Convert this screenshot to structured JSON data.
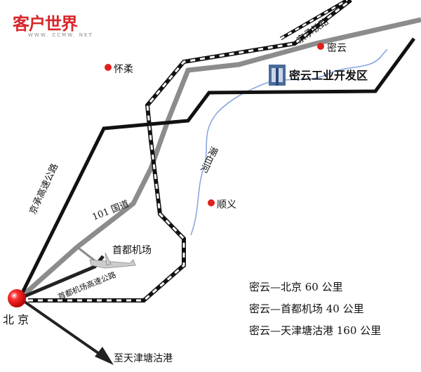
{
  "logo": {
    "name": "客户世界",
    "url_text": "WWW. CCMW. NET"
  },
  "places": {
    "beijing": "北 京",
    "miyun": "密云",
    "huairou": "怀柔",
    "shunyi": "顺义",
    "airport": "首都机场",
    "zone": "密云工业开发区",
    "tianjin": "至天津塘沽港"
  },
  "roads": {
    "jingcheng_expressway": "京承高速公路",
    "national_101": "101 国道",
    "airport_expressway": "首都机场高速公路",
    "jingcheng_railway": "京承铁路",
    "river": "潮白河"
  },
  "distances": [
    "密云—北京 60 公里",
    "密云—首都机场 40 公里",
    "密云—天津塘沽港 160 公里"
  ],
  "colors": {
    "city_dot": "#e0201e",
    "river": "#8aa8e0",
    "road_gray": "#8c8c8c",
    "road_black": "#111111"
  }
}
